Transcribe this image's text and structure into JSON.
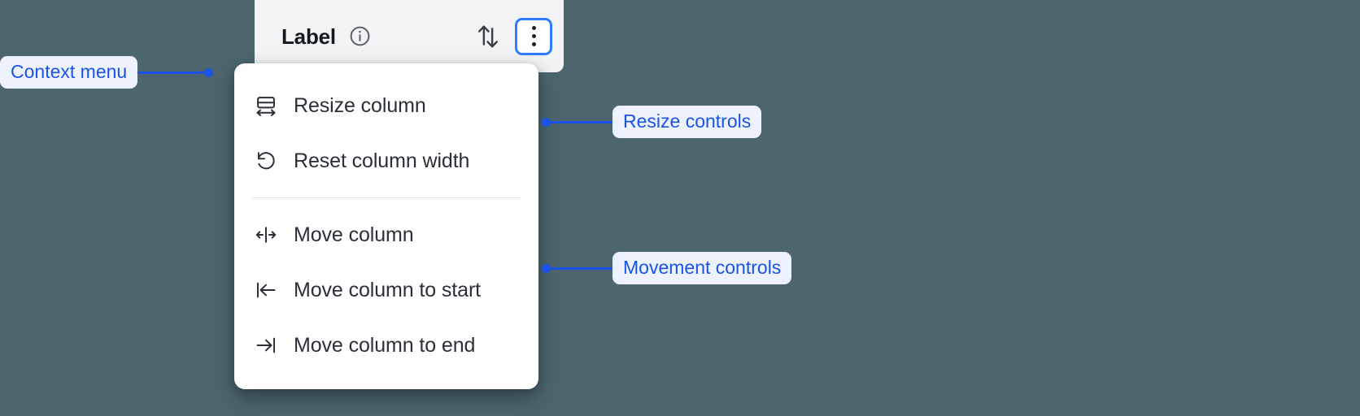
{
  "background_color": "#4d666d",
  "column_header": {
    "title": "Label",
    "info_icon": "info-circle-icon",
    "sort_icon": "sort-ascending-descending-icon",
    "menu_button_icon": "kebab-menu-icon",
    "accent_focus_color": "#2b7fff",
    "background_color": "#f1f3f4"
  },
  "context_menu": {
    "groups": [
      {
        "name": "resize",
        "items": [
          {
            "label": "Resize column",
            "icon": "resize-column-icon"
          },
          {
            "label": "Reset column width",
            "icon": "reset-rotate-ccw-icon"
          }
        ]
      },
      {
        "name": "movement",
        "items": [
          {
            "label": "Move column",
            "icon": "move-left-right-icon"
          },
          {
            "label": "Move column to start",
            "icon": "arrow-to-start-icon"
          },
          {
            "label": "Move column to end",
            "icon": "arrow-to-end-icon"
          }
        ]
      }
    ]
  },
  "annotations": {
    "accent_color": "#1a53e8",
    "pill_background": "#eef2fc",
    "context_menu": {
      "label": "Context menu"
    },
    "resize": {
      "label": "Resize controls"
    },
    "movement": {
      "label": "Movement controls"
    }
  }
}
